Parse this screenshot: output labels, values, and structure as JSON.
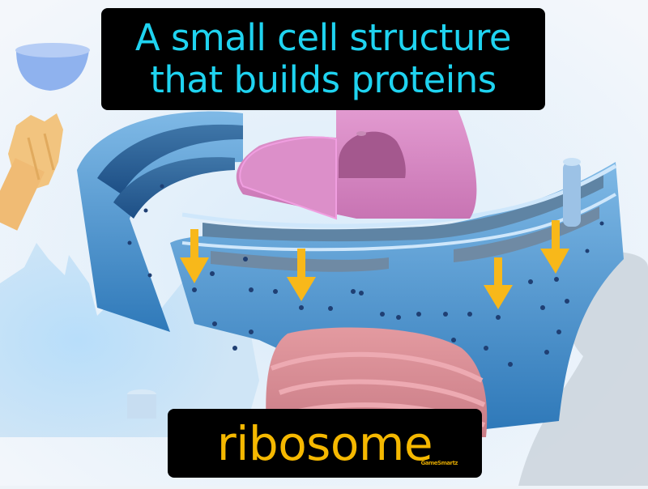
{
  "caption": {
    "definition_line1": "A small cell structure",
    "definition_line2": "that builds proteins",
    "term": "ribosome",
    "brand": "GameSmartz"
  },
  "illustration": {
    "subject": "rough endoplasmic reticulum with ribosomes",
    "arrow_count": 4,
    "colors": {
      "background": "#eef3f8",
      "er_light": "#9fd0f3",
      "er_dark": "#2b6fa8",
      "ribosome_dot": "#1f3f73",
      "nucleus": "#d88ac4",
      "nucleolus": "#a4588e",
      "golgi": "#d88890",
      "arrow": "#f8b81a",
      "centrosome": "#f3bf72",
      "vesicle": "#93b6ef"
    }
  }
}
